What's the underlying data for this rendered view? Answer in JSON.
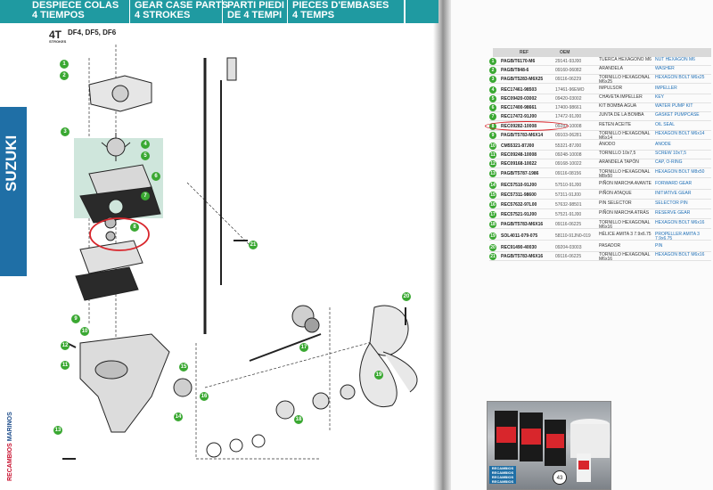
{
  "header": {
    "col1": [
      "DESPIECE COLAS",
      "4 TIEMPOS"
    ],
    "col2": [
      "GEAR CASE PARTS",
      "4 STROKES"
    ],
    "col3": [
      "PARTI PIEDI",
      "DE 4 TEMPI"
    ],
    "col4": [
      "PIECES D'EMBASES",
      "4 TEMPS"
    ]
  },
  "brand_tab": "SUZUKI",
  "stroke_badge": "4T",
  "stroke_badge_small": "STROKES",
  "models": "DF4, DF5, DF6",
  "logo_text_red": "RECAMBIOS",
  "logo_text_blue": "MARINOS",
  "table": {
    "col_ref": "REF",
    "col_oem": "OEM",
    "rows": [
      {
        "n": "1",
        "ref": "PAGB/T6170-M6",
        "oem": "29141-93J00",
        "desc": "TUERCA HEXAGONO M6",
        "en": "NUT HEXAGON M6"
      },
      {
        "n": "2",
        "ref": "PAGB/T848-6",
        "oem": "09160-06082",
        "desc": "ARANDELA",
        "en": "WASHER"
      },
      {
        "n": "3",
        "ref": "PAGB/T5283-M6X25",
        "oem": "09116-06229",
        "desc": "TORNILLO HEXAGONAL M6x25",
        "en": "HEXAGON BOLT M6x25"
      },
      {
        "n": "4",
        "ref": "REC17461-98503",
        "oem": "17461-96EMO",
        "desc": "IMPULSOR",
        "en": "IMPELLER"
      },
      {
        "n": "5",
        "ref": "REC09420-03002",
        "oem": "09420-03002",
        "desc": "CHAVETA IMPELLER",
        "en": "KEY"
      },
      {
        "n": "6",
        "ref": "REC17400-98661",
        "oem": "17400-98661",
        "desc": "KIT BOMBA AGUA",
        "en": "WATER PUMP KIT"
      },
      {
        "n": "7",
        "ref": "REC17472-91J00",
        "oem": "17472-91J00",
        "desc": "JUNTA DE LA BOMBA",
        "en": "GASKET PUMPCASE"
      },
      {
        "n": "8",
        "ref": "REC09282-10008",
        "oem": "09282-10008",
        "desc": "RETEN ACEITE",
        "en": "OIL SEAL"
      },
      {
        "n": "9",
        "ref": "PAGB/T5783-M6X14",
        "oem": "09103-06281",
        "desc": "TORNILLO HEXAGONAL M6x14",
        "en": "HEXAGON BOLT M6x14"
      },
      {
        "n": "10",
        "ref": "CM55321-87J00",
        "oem": "55321-87J00",
        "desc": "ÁNODO",
        "en": "ANODE"
      },
      {
        "n": "11",
        "ref": "REC09248-10008",
        "oem": "09248-10008",
        "desc": "TORNILLO 10x7,5",
        "en": "SCREW 10x7,5"
      },
      {
        "n": "12",
        "ref": "REC09168-10022",
        "oem": "09168-10022",
        "desc": "ARANDELA TAPÓN",
        "en": "CAP, O-RING"
      },
      {
        "n": "13",
        "ref": "PAGB/T5787-1986",
        "oem": "09116-08156",
        "desc": "TORNILLO HEXAGONAL M8x50",
        "en": "HEXAGON BOLT M8x50"
      },
      {
        "n": "14",
        "ref": "REC57510-91J00",
        "oem": "57510-91J00",
        "desc": "PIÑON MARCHA AVANTE",
        "en": "FORWARD GEAR"
      },
      {
        "n": "15",
        "ref": "REC57311-98600",
        "oem": "57311-91J00",
        "desc": "PIÑON ATAQUE",
        "en": "INITIATIVE GEAR"
      },
      {
        "n": "16",
        "ref": "REC57632-97L00",
        "oem": "57632-98501",
        "desc": "PIN SELECTOR",
        "en": "SELECTOR PIN"
      },
      {
        "n": "17",
        "ref": "REC57521-91J00",
        "oem": "57521-91J00",
        "desc": "PIÑON MARCHA ATRÁS",
        "en": "RESERVE GEAR"
      },
      {
        "n": "18",
        "ref": "PAGB/T5783-M6X16",
        "oem": "09116-06225",
        "desc": "TORNILLO HEXAGONAL M6x16",
        "en": "HEXAGON BOLT M6x16"
      },
      {
        "n": "19",
        "ref": "SOL4011-079-075",
        "oem": "58110-91JN0-019",
        "desc": "HÉLICE AMITA 3 7.9x6.75",
        "en": "PROPELLER AMITA 3 7.9x6.75"
      },
      {
        "n": "20",
        "ref": "REC91490-40030",
        "oem": "09204-03003",
        "desc": "PASADOR",
        "en": "PIN"
      },
      {
        "n": "21",
        "ref": "PAGB/T5783-M6X16",
        "oem": "09116-06225",
        "desc": "TORNILLO HEXAGONAL M6x16",
        "en": "HEXAGON BOLT M6x16"
      }
    ]
  },
  "photo_caption": "RECAMBIOS RECAMBIOS RECAMBIOS RECAMBIOS",
  "page_stamp": "43",
  "colors": {
    "teal": "#1f9aa1",
    "green_callout": "#3aa832",
    "blue_tab": "#1f6fa6",
    "red_highlight": "#d8262c",
    "english_text": "#1f6fb6"
  }
}
